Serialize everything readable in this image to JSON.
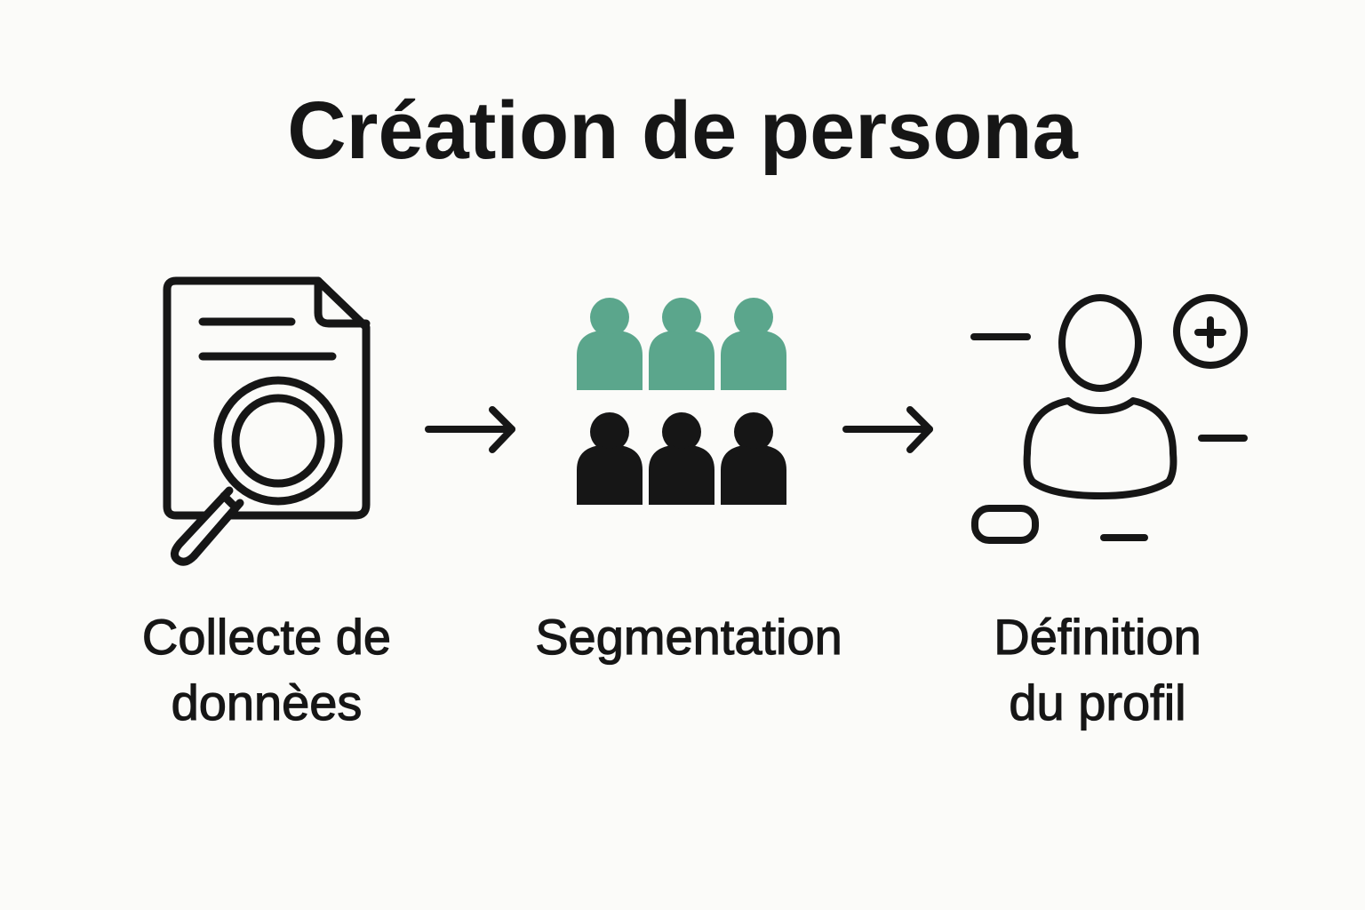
{
  "title": "Création de persona",
  "colors": {
    "background": "#fbfbf9",
    "ink": "#161616",
    "accent_green": "#5ba68c"
  },
  "steps": [
    {
      "label_line1": "Collecte de",
      "label_line2": "donnèes",
      "icon": "document-magnifier-icon"
    },
    {
      "label_line1": "Segmentation",
      "label_line2": "",
      "icon": "people-group-icon"
    },
    {
      "label_line1": "Définition",
      "label_line2": "du profil",
      "icon": "user-profile-icon"
    }
  ],
  "connectors": [
    "arrow-right-icon",
    "arrow-right-icon"
  ]
}
